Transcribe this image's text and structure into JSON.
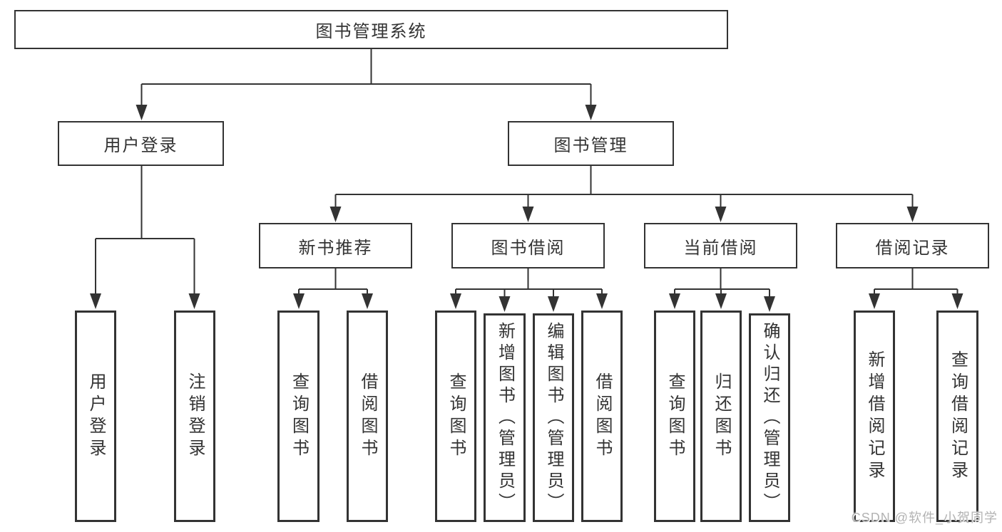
{
  "nodes": {
    "root": "图书管理系统",
    "level2": [
      {
        "label": "用户登录"
      },
      {
        "label": "图书管理"
      }
    ],
    "level3": [
      {
        "label": "新书推荐"
      },
      {
        "label": "图书借阅"
      },
      {
        "label": "当前借阅"
      },
      {
        "label": "借阅记录"
      }
    ],
    "leaves": {
      "g1": [
        "用户登录",
        "注销登录"
      ],
      "g2": [
        "查询图书",
        "借阅图书"
      ],
      "g3": [
        "查询图书",
        "新增图书（管理员）",
        "编辑图书（管理员）",
        "借阅图书"
      ],
      "g4": [
        "查询图书",
        "归还图书",
        "确认归还（管理员）"
      ],
      "g5": [
        "新增借阅记录",
        "查询借阅记录"
      ]
    }
  },
  "watermark": "CSDN @软件_小贺同学",
  "colors": {
    "line": "#333333",
    "text": "#333333",
    "box_background": "#ffffff",
    "background": "#ffffff",
    "watermark": "#b3b3b3"
  }
}
